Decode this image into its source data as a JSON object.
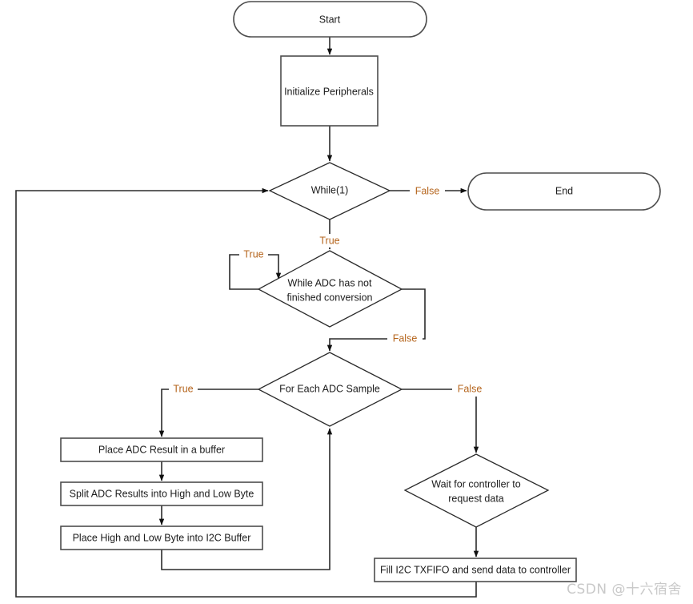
{
  "diagram": {
    "title": "ADC to I2C firmware flowchart",
    "colors": {
      "node_stroke": "#4d4d4d",
      "edge_stroke": "#2b2b2b",
      "node_fill": "#ffffff",
      "node_text": "#1c1c1c",
      "edge_label": "#b5651d",
      "watermark": "#c9c9c9",
      "background": "#ffffff"
    },
    "nodes": {
      "start": {
        "label": "Start",
        "shape": "terminator"
      },
      "init": {
        "label": "Initialize Peripherals",
        "shape": "process"
      },
      "while1": {
        "label": "While(1)",
        "shape": "decision"
      },
      "end": {
        "label": "End",
        "shape": "terminator"
      },
      "adc_wait": {
        "label_line1": "While ADC has not",
        "label_line2": "finished conversion",
        "shape": "decision"
      },
      "for_each": {
        "label": "For Each ADC Sample",
        "shape": "decision"
      },
      "place_buffer": {
        "label": "Place ADC Result in a buffer",
        "shape": "process"
      },
      "split_bytes": {
        "label": "Split ADC Results into High and Low Byte",
        "shape": "process"
      },
      "place_i2c": {
        "label": "Place High and Low Byte into I2C Buffer",
        "shape": "process"
      },
      "wait_controller": {
        "label_line1": "Wait for controller to",
        "label_line2": "request data",
        "shape": "decision"
      },
      "fill_txfifo": {
        "label": "Fill I2C TXFIFO and send data to controller",
        "shape": "process"
      }
    },
    "edge_labels": {
      "while1_false": "False",
      "while1_true": "True",
      "adc_true": "True",
      "adc_false": "False",
      "foreach_true": "True",
      "foreach_false": "False"
    },
    "watermark": "CSDN @十六宿舍"
  }
}
